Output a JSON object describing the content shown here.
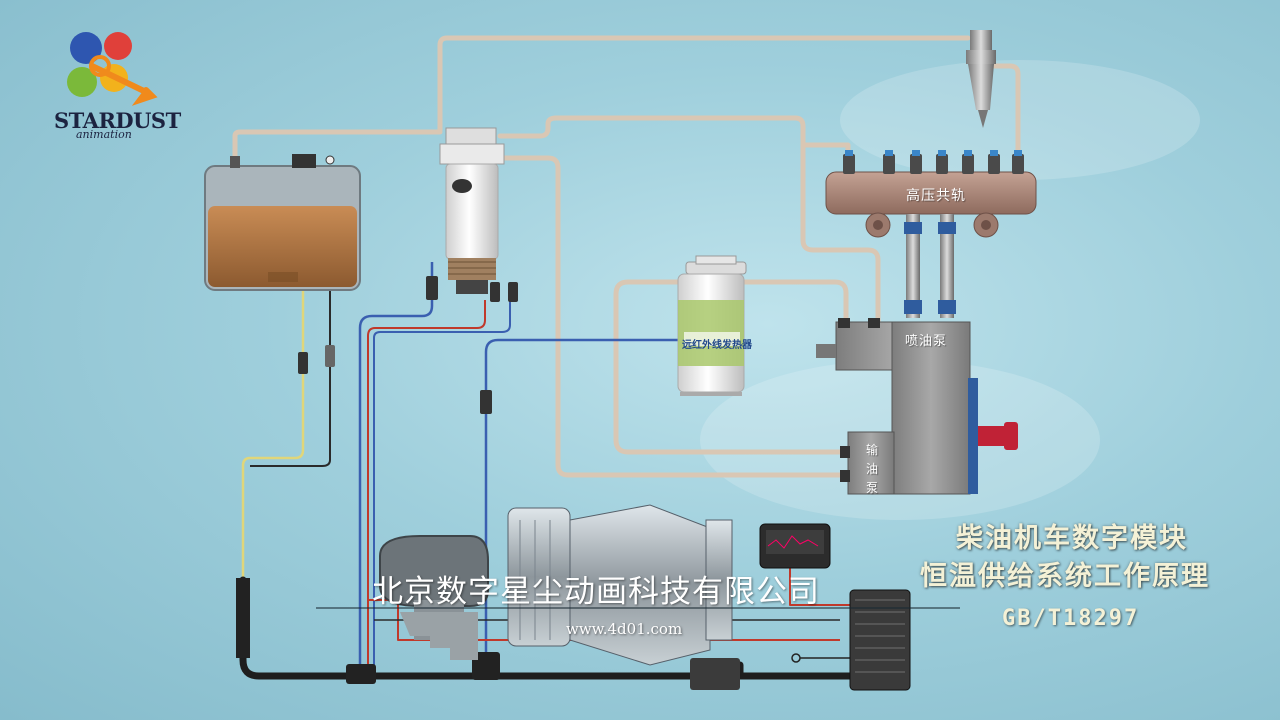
{
  "logo": {
    "name": "STARDUST",
    "tagline": "animation"
  },
  "components": {
    "common_rail": "高压共轨",
    "injection_pump": "喷油泵",
    "feed_pump": "输油泵",
    "heater_label": "远红外线发热器"
  },
  "caption": {
    "company": "北京数字星尘动画科技有限公司",
    "website": "www.4d01.com"
  },
  "title": {
    "line1": "柴油机车数字模块",
    "line2": "恒温供给系统工作原理",
    "standard": "GB/T18297"
  },
  "colors": {
    "background": "#9fcfdc",
    "fuel_pipe": "#d9c7b4",
    "wire_blue": "#3a5fb0",
    "wire_red": "#c0392b",
    "wire_yellow": "#e0d67a",
    "black_line": "#2a2a2a",
    "tank_fuel": "#b07845",
    "rail_body": "#a88578",
    "pump_body": "#8f8f8f"
  },
  "icons": [
    "gear-puzzle-logo-icon",
    "key-icon",
    "thermometer-icon"
  ]
}
